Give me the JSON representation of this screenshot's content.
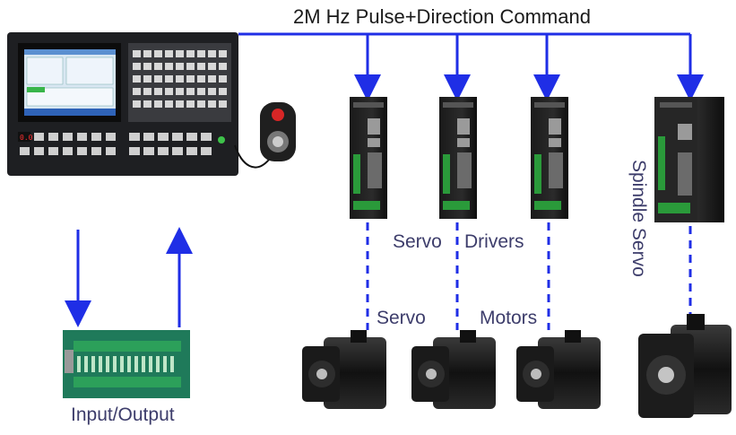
{
  "title": "2M Hz Pulse+Direction Command",
  "labels": {
    "servo_drivers_1": "Servo",
    "servo_drivers_2": "Drivers",
    "servo_motors_1": "Servo",
    "servo_motors_2": "Motors",
    "spindle_servo": "Spindle Servo",
    "io_board": "Input/Output"
  },
  "controller": {
    "screen_indicator": "0.0"
  },
  "colors": {
    "arrow": "#1f2ee6",
    "label": "#3d3d6b",
    "title": "#1a1a1a"
  }
}
